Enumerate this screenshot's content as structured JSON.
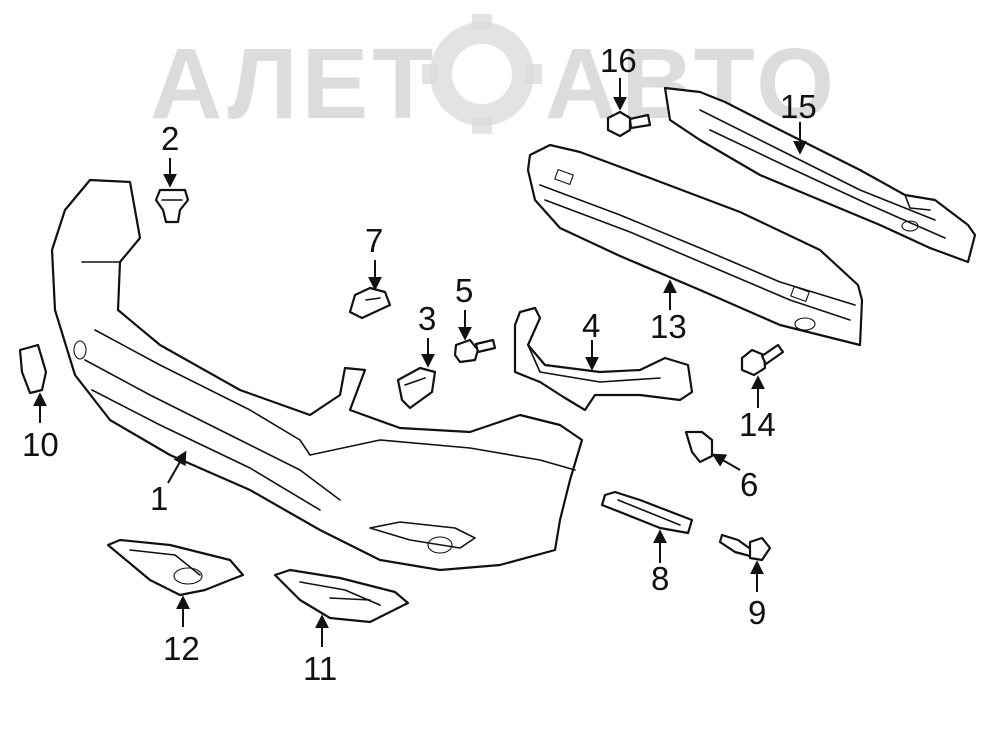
{
  "watermark": {
    "text": "АЛЕТОАВТО",
    "left_text": "АЛЕТ",
    "right_text": "АВТО"
  },
  "callouts": {
    "c1": "1",
    "c2": "2",
    "c3": "3",
    "c4": "4",
    "c5": "5",
    "c6": "6",
    "c7": "7",
    "c8": "8",
    "c9": "9",
    "c10": "10",
    "c11": "11",
    "c12": "12",
    "c13": "13",
    "c14": "14",
    "c15": "15",
    "c16": "16"
  },
  "colors": {
    "line": "#111111",
    "background": "#ffffff",
    "watermark": "#d4d4d4"
  }
}
